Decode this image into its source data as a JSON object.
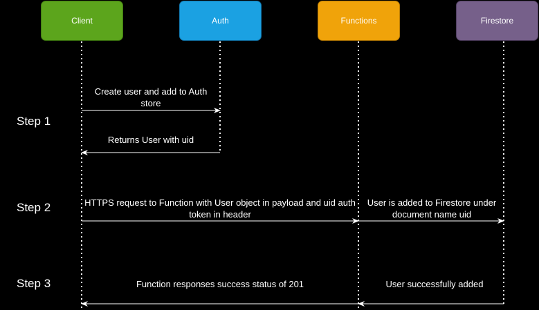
{
  "actors": {
    "client": "Client",
    "auth": "Auth",
    "functions": "Functions",
    "firestore": "Firestore"
  },
  "steps": {
    "step1": "Step 1",
    "step2": "Step 2",
    "step3": "Step 3"
  },
  "messages": {
    "create_user": "Create user and add to Auth store",
    "returns_user": "Returns User with uid",
    "https_request": "HTTPS request to Function with User object in payload and uid auth token in header",
    "user_added_firestore": "User is added to Firestore under document name uid",
    "user_success": "User successfully added",
    "function_response": "Function responses success status of 201"
  },
  "colors": {
    "client": "#5ca51c",
    "auth": "#1ba1e2",
    "functions": "#f0a30a",
    "firestore": "#76608a",
    "background": "#000000",
    "lines": "#ffffff"
  }
}
